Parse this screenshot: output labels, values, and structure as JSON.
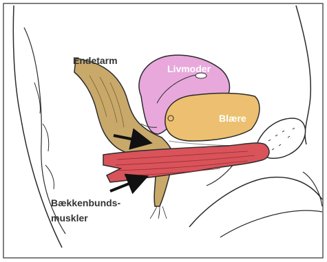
{
  "labels": {
    "rectum": "Endetarm",
    "uterus": "Livmoder",
    "bladder": "Blære",
    "pelvic_floor_line1": "Bækkenbunds-",
    "pelvic_floor_line2": "muskler"
  },
  "colors": {
    "rectum": "#c9a96a",
    "uterus": "#e8a8dc",
    "bladder": "#ecc070",
    "muscle": "#d9535a",
    "outline": "#2a2a2a",
    "frame": "#555555"
  },
  "icons": {
    "arrow_upper": "arrow-right-icon",
    "arrow_lower": "arrow-up-right-icon"
  }
}
